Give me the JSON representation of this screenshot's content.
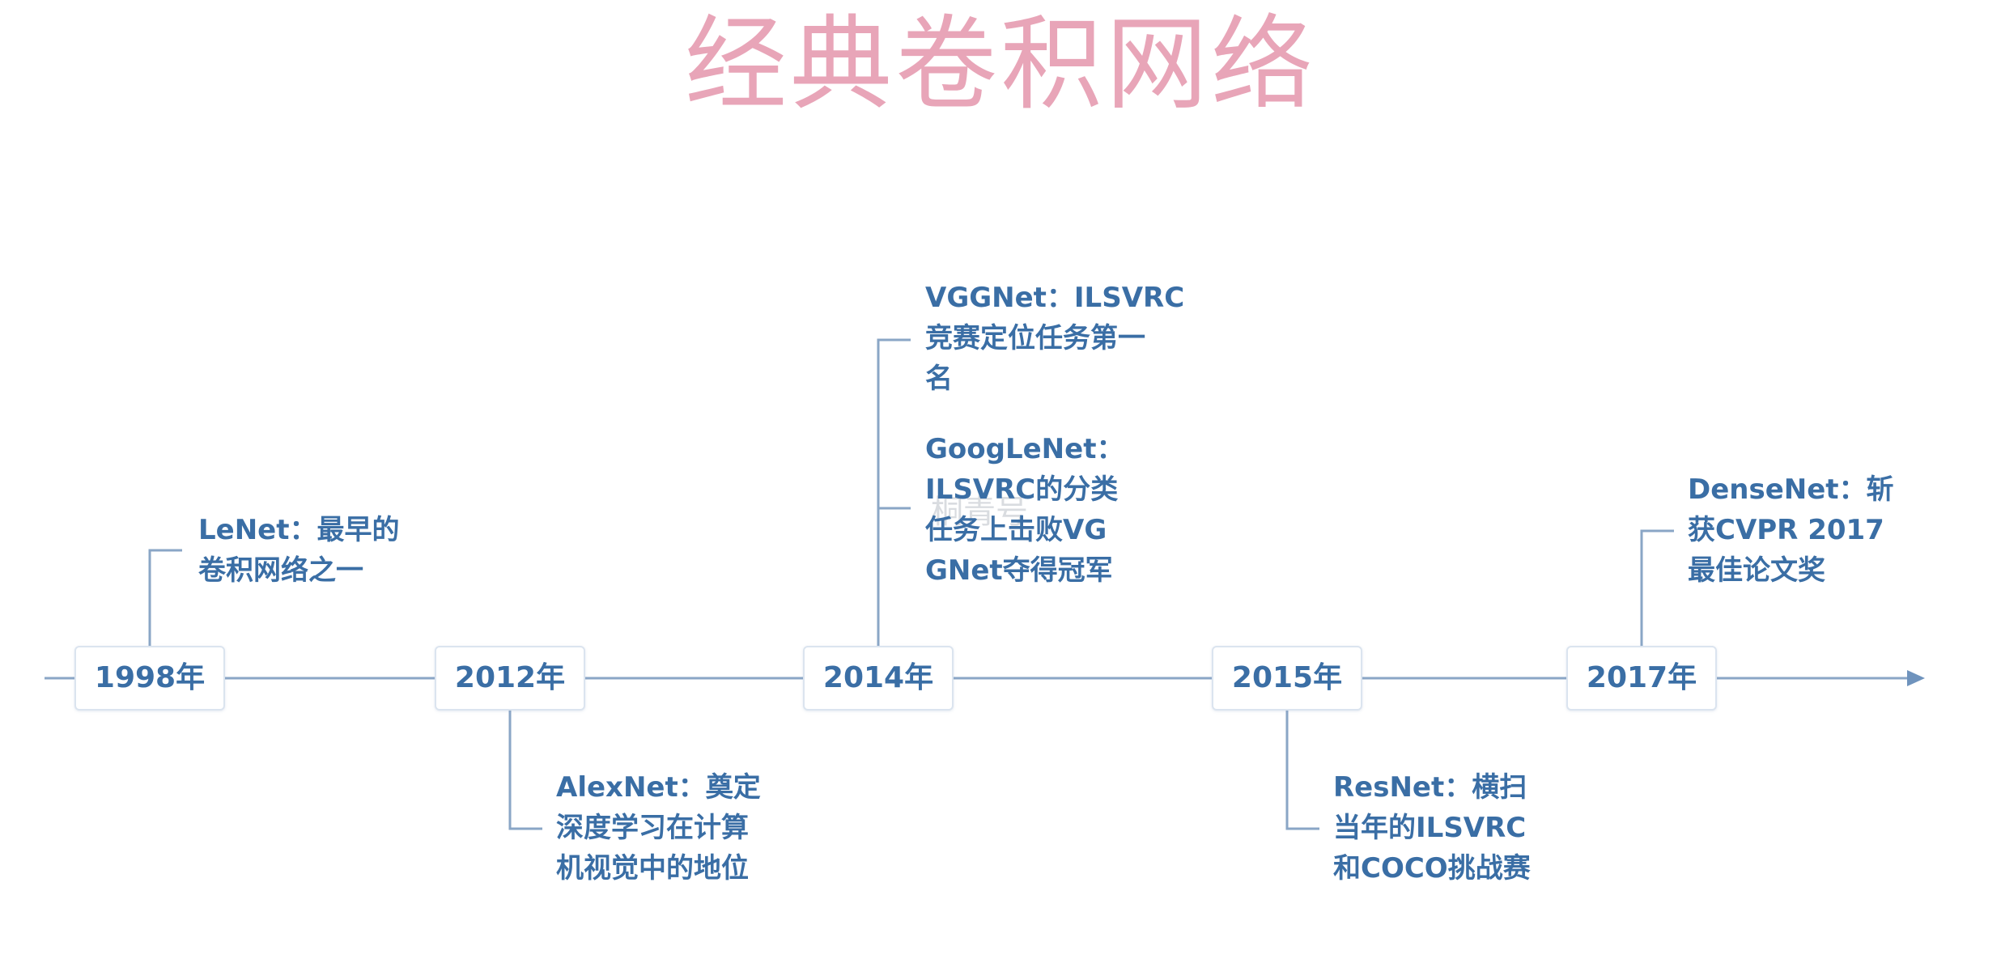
{
  "title": "经典卷积网络",
  "watermark": "桐青号",
  "colors": {
    "title": "#e8a5b8",
    "text": "#3a6ea5",
    "line": "#8aa6c6",
    "box_border": "#dbe4ef"
  },
  "timeline": {
    "years": [
      "1998年",
      "2012年",
      "2014年",
      "2015年",
      "2017年"
    ]
  },
  "notes": {
    "lenet": "LeNet：最早的\n卷积网络之一",
    "alexnet": "AlexNet：奠定\n深度学习在计算\n机视觉中的地位",
    "vggnet": "VGGNet：ILSVRC\n竞赛定位任务第一\n名",
    "googlenet": "GoogLeNet：\nILSVRC的分类\n任务上击败VG\nGNet夺得冠军",
    "resnet": "ResNet：横扫\n当年的ILSVRC\n和COCO挑战赛",
    "densenet": "DenseNet：斩\n获CVPR 2017\n最佳论文奖"
  }
}
